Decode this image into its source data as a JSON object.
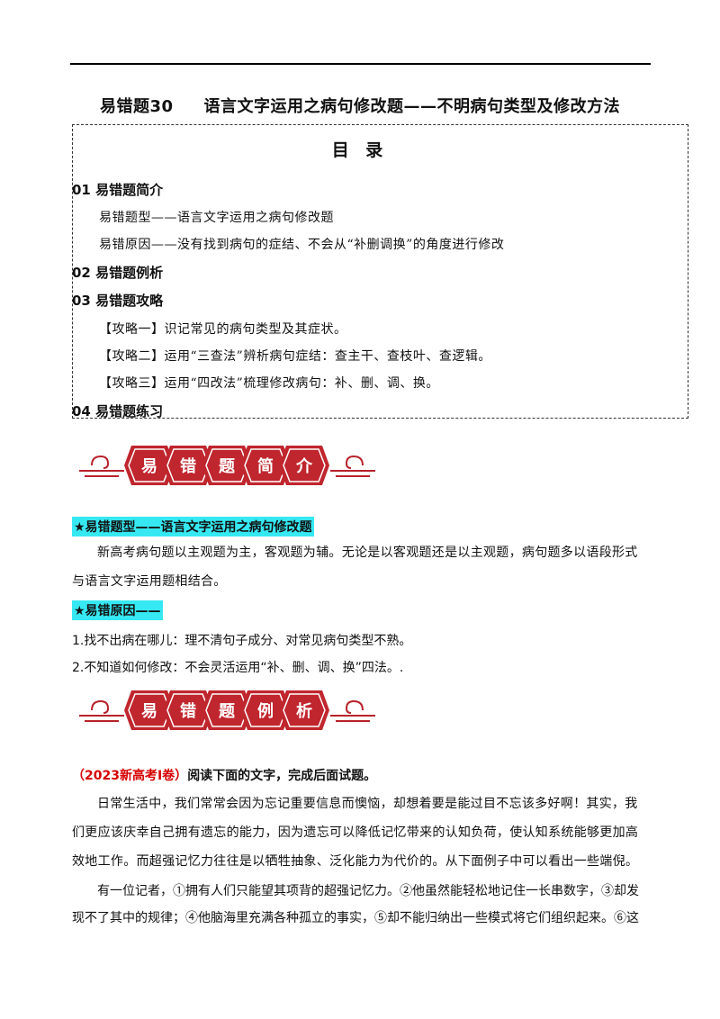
{
  "document": {
    "title_prefix": "易错题30",
    "title_main": "语言文字运用之病句修改题——不明病句类型及修改方法"
  },
  "toc": {
    "heading": "目  录",
    "s1": "01 易错题简介",
    "s1_a": "易错题型——语言文字运用之病句修改题",
    "s1_b": "易错原因——没有找到病句的症结、不会从“补删调换”的角度进行修改",
    "s2": "02 易错题例析",
    "s3": "03 易错题攻略",
    "s3_a": "【攻略一】识记常见的病句类型及其症状。",
    "s3_b": "【攻略二】运用“三查法”辨析病句症结：查主干、查枝叶、查逻辑。",
    "s3_c": "【攻略三】运用“四改法”梳理修改病句：补、删、调、换。",
    "s4": "04 易错题练习"
  },
  "banner1": {
    "chars": [
      "易",
      "错",
      "题",
      "简",
      "介"
    ]
  },
  "banner2": {
    "chars": [
      "易",
      "错",
      "题",
      "例",
      "析"
    ]
  },
  "intro": {
    "type_label": "★易错题型——语言文字运用之病句修改题",
    "type_text": "新高考病句题以主观题为主，客观题为辅。无论是以客观题还是以主观题，病句题多以语段形式与语言文字运用题相结合。",
    "reason_label": "★易错原因——",
    "reason_1": "1.找不出病在哪儿：理不清句子成分、对常见病句类型不熟。",
    "reason_2": "2.不知道如何修改：不会灵活运用“补、删、调、换”四法。."
  },
  "example": {
    "source": "（2023新高考Ⅰ卷）",
    "instruction": "阅读下面的文字，完成后面试题。",
    "para1": "日常生活中，我们常常会因为忘记重要信息而懊恼，却想着要是能过目不忘该多好啊！其实，我们更应该庆幸自己拥有遗忘的能力，因为遗忘可以降低记忆带来的认知负荷，使认知系统能够更加高效地工作。而超强记忆力往往是以牺牲抽象、泛化能力为代价的。从下面例子中可以看出一些端倪。",
    "para2_line1": "有一位记者，①拥有人们只能望其项背的超强记忆力。②他虽然能轻松地记住一长串数字，③却发",
    "para2_line2": "现不了其中的规律；④他脑海里充满各种孤立的事实，⑤却不能归纳出一些模式将它们组织起来。⑥这"
  },
  "colors": {
    "banner_red": "#b8232b",
    "banner_fill": "#c0262e",
    "highlight": "#36e8f2",
    "source_red": "#d60000"
  }
}
